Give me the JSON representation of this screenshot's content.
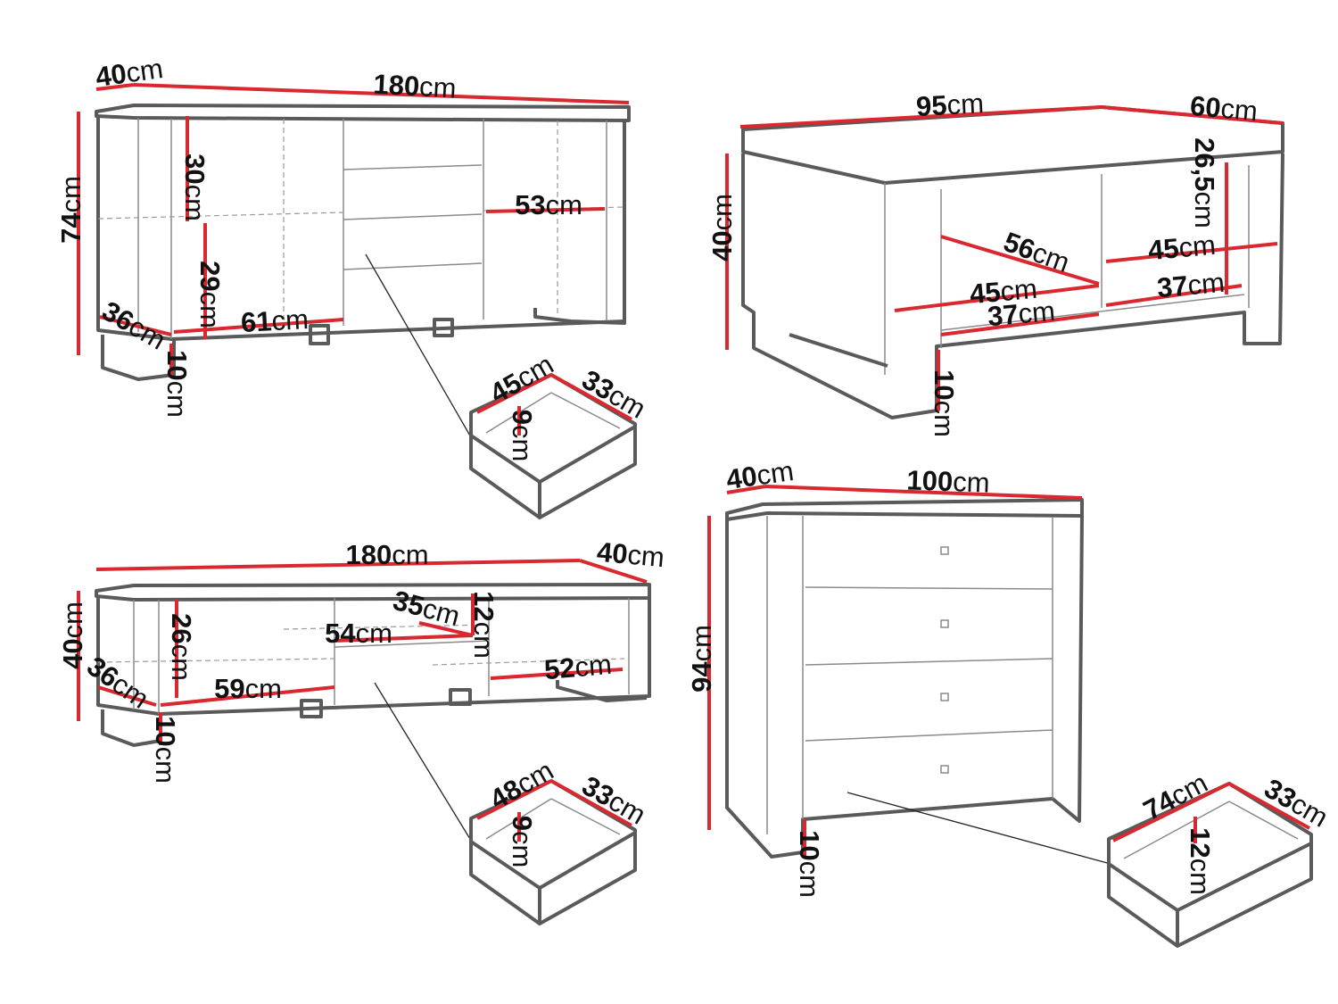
{
  "sideboard": {
    "depth": {
      "n": "40",
      "u": "cm"
    },
    "width": {
      "n": "180",
      "u": "cm"
    },
    "height": {
      "n": "74",
      "u": "cm"
    },
    "upper_shelf_height": {
      "n": "30",
      "u": "cm"
    },
    "lower_shelf_height": {
      "n": "29",
      "u": "cm"
    },
    "right_shelf_width": {
      "n": "53",
      "u": "cm"
    },
    "left_shelf_width": {
      "n": "61",
      "u": "cm"
    },
    "shelf_depth": {
      "n": "36",
      "u": "cm"
    },
    "leg_height": {
      "n": "10",
      "u": "cm"
    },
    "drawer": {
      "width": {
        "n": "45",
        "u": "cm"
      },
      "depth": {
        "n": "33",
        "u": "cm"
      },
      "height": {
        "n": "9",
        "u": "cm"
      }
    }
  },
  "coffee_table": {
    "width": {
      "n": "95",
      "u": "cm"
    },
    "depth": {
      "n": "60",
      "u": "cm"
    },
    "height": {
      "n": "40",
      "u": "cm"
    },
    "inner_height": {
      "n": "26,5",
      "u": "cm"
    },
    "diagonal": {
      "n": "56",
      "u": "cm"
    },
    "left_width": {
      "n": "45",
      "u": "cm"
    },
    "right_width": {
      "n": "45",
      "u": "cm"
    },
    "left_depth": {
      "n": "37",
      "u": "cm"
    },
    "right_depth": {
      "n": "37",
      "u": "cm"
    },
    "leg_height": {
      "n": "10",
      "u": "cm"
    }
  },
  "tv_stand": {
    "width": {
      "n": "180",
      "u": "cm"
    },
    "depth": {
      "n": "40",
      "u": "cm"
    },
    "height": {
      "n": "40",
      "u": "cm"
    },
    "middle_shelf_depth": {
      "n": "35",
      "u": "cm"
    },
    "middle_shelf_height": {
      "n": "12",
      "u": "cm"
    },
    "middle_shelf_width": {
      "n": "54",
      "u": "cm"
    },
    "left_inner_height": {
      "n": "26",
      "u": "cm"
    },
    "left_width": {
      "n": "59",
      "u": "cm"
    },
    "right_width": {
      "n": "52",
      "u": "cm"
    },
    "shelf_depth": {
      "n": "36",
      "u": "cm"
    },
    "leg_height": {
      "n": "10",
      "u": "cm"
    },
    "drawer": {
      "width": {
        "n": "48",
        "u": "cm"
      },
      "depth": {
        "n": "33",
        "u": "cm"
      },
      "height": {
        "n": "9",
        "u": "cm"
      }
    }
  },
  "chest": {
    "depth": {
      "n": "40",
      "u": "cm"
    },
    "width": {
      "n": "100",
      "u": "cm"
    },
    "height": {
      "n": "94",
      "u": "cm"
    },
    "leg_height": {
      "n": "10",
      "u": "cm"
    },
    "drawer": {
      "width": {
        "n": "74",
        "u": "cm"
      },
      "depth": {
        "n": "33",
        "u": "cm"
      },
      "height": {
        "n": "12",
        "u": "cm"
      }
    }
  },
  "colors": {
    "outline": "#5a5a5a",
    "dimension": "#d9282f"
  }
}
